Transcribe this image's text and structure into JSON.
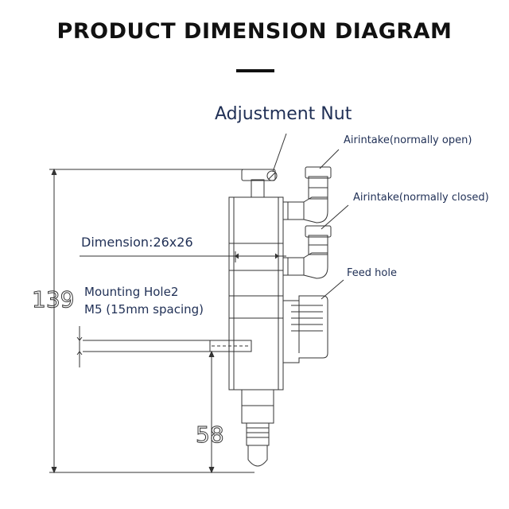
{
  "title": "PRODUCT DIMENSION DIAGRAM",
  "labels": {
    "adjustment_nut": "Adjustment Nut",
    "airintake_open": "Airintake(normally open)",
    "airintake_closed": "Airintake(normally closed)",
    "feed_hole": "Feed hole",
    "dimension": "Dimension:26x26",
    "mounting_line1": "Mounting Hole2",
    "mounting_line2": "M5 (15mm spacing)"
  },
  "dimensions": {
    "overall_height": "139",
    "lower_height": "58"
  },
  "colors": {
    "label_text": "#1f2f55",
    "line": "#333333"
  }
}
